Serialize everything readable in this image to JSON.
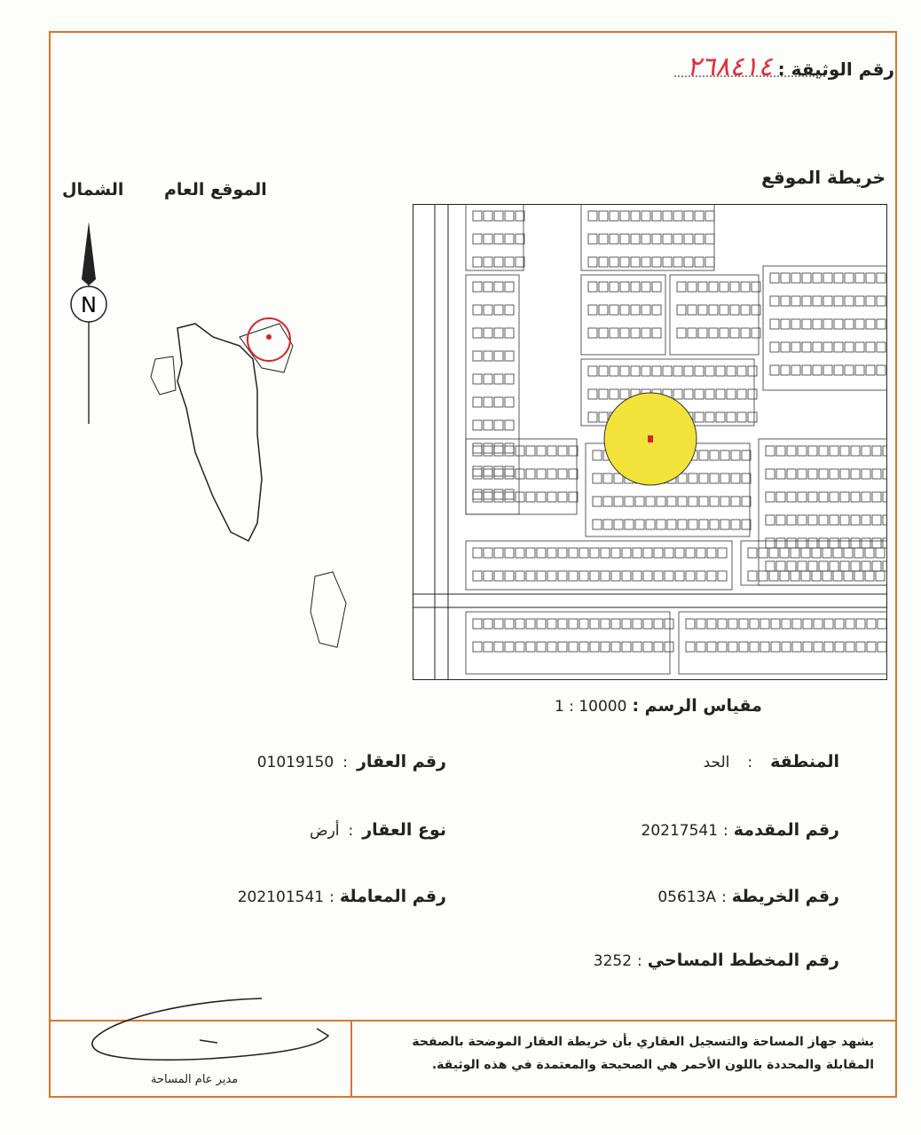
{
  "document_number": {
    "label": "رقم الوثيقة :",
    "value": "٢٦٨٤١٤"
  },
  "site_map": {
    "title": "خريطة الموقع",
    "scale_label": "مقياس الرسم :",
    "scale_value": "1 : 10000",
    "highlight_color": "#f2e33a",
    "parcel_color": "#d8232a"
  },
  "general_location": {
    "title": "الموقع العام",
    "north_label": "الشمال",
    "north_letter": "N"
  },
  "fields": {
    "area": {
      "label": "المنطقة",
      "value": "الحد"
    },
    "property_number": {
      "label": "رقم العقار",
      "value": "01019150"
    },
    "application_number": {
      "label": "رقم المقدمة",
      "value": "20217541"
    },
    "property_type": {
      "label": "نوع العقار",
      "value": "أرض"
    },
    "map_number": {
      "label": "رقم الخريطة",
      "value": "05613A"
    },
    "transaction_number": {
      "label": "رقم المعاملة",
      "value": "202101541"
    },
    "survey_plan_number": {
      "label": "رقم المخطط المساحي",
      "value": "3252"
    }
  },
  "footer": {
    "certification": "يشهد جهاز المساحة والتسجيل العقاري بأن خريطة العقار الموضحة بالصفحة المقابلة والمحددة باللون الأحمر هي الصحيحة والمعتمدة في هذه الوثيقة.",
    "signatory": "مدير عام المساحة"
  },
  "colors": {
    "border": "#d9752c",
    "handwriting": "#e0303a"
  }
}
